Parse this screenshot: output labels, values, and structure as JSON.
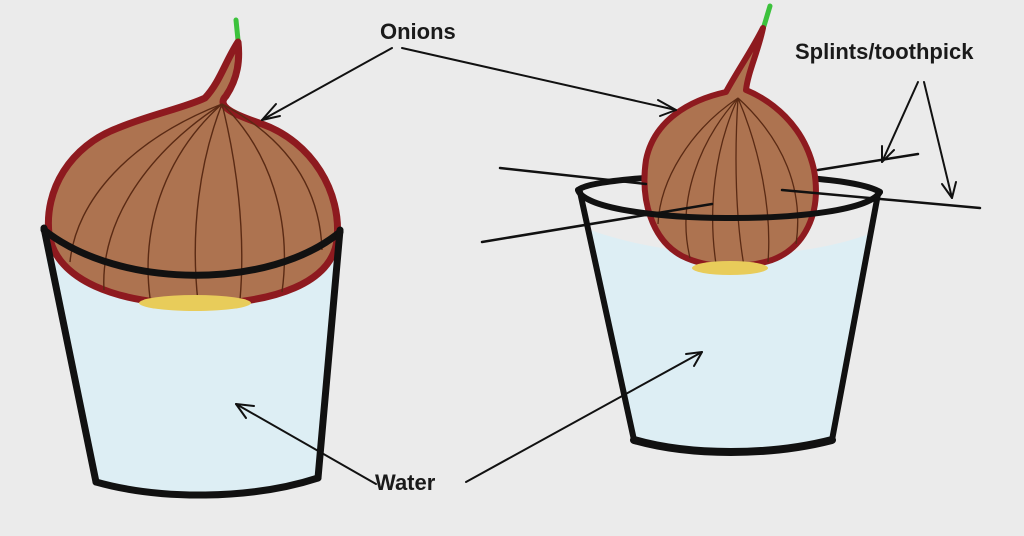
{
  "labels": {
    "onions": "Onions",
    "splints": "Splints/toothpick",
    "water": "Water"
  },
  "colors": {
    "background": "#ebebeb",
    "water": "#ddeef4",
    "onion_skin": "#ad7350",
    "onion_outline": "#8e1a1f",
    "onion_vein": "#5a2a14",
    "sprout": "#3cc23c",
    "roots": "#e8cc5a",
    "ink": "#111111"
  },
  "setups": {
    "left": {
      "items": [
        "onion",
        "cup",
        "water"
      ]
    },
    "right": {
      "items": [
        "onion",
        "cup",
        "water",
        "splints"
      ]
    }
  }
}
